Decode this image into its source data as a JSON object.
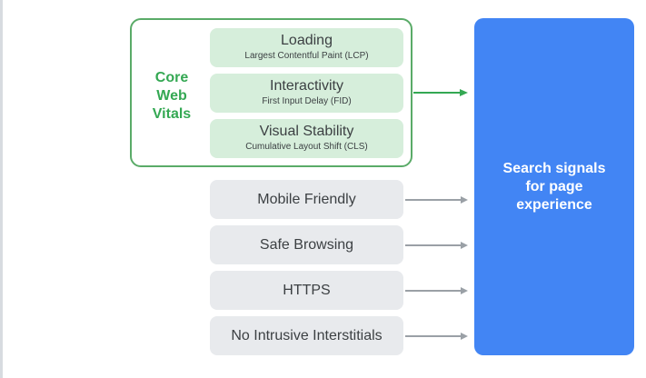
{
  "diagram": {
    "core_web_vitals": {
      "label_lines": [
        "Core",
        "Web",
        "Vitals"
      ],
      "metrics": [
        {
          "title": "Loading",
          "subtitle": "Largest Contentful Paint (LCP)"
        },
        {
          "title": "Interactivity",
          "subtitle": "First Input Delay (FID)"
        },
        {
          "title": "Visual Stability",
          "subtitle": "Cumulative Layout Shift (CLS)"
        }
      ]
    },
    "signals": [
      {
        "label": "Mobile Friendly"
      },
      {
        "label": "Safe Browsing"
      },
      {
        "label": "HTTPS"
      },
      {
        "label": "No Intrusive Interstitials"
      }
    ],
    "result": {
      "lines": [
        "Search signals",
        "for page",
        "experience"
      ]
    },
    "colors": {
      "green": "#34a853",
      "green_fill": "#d6eedb",
      "gray_fill": "#e8eaed",
      "arrow_gray": "#9aa0a6",
      "blue": "#4285f4"
    }
  }
}
